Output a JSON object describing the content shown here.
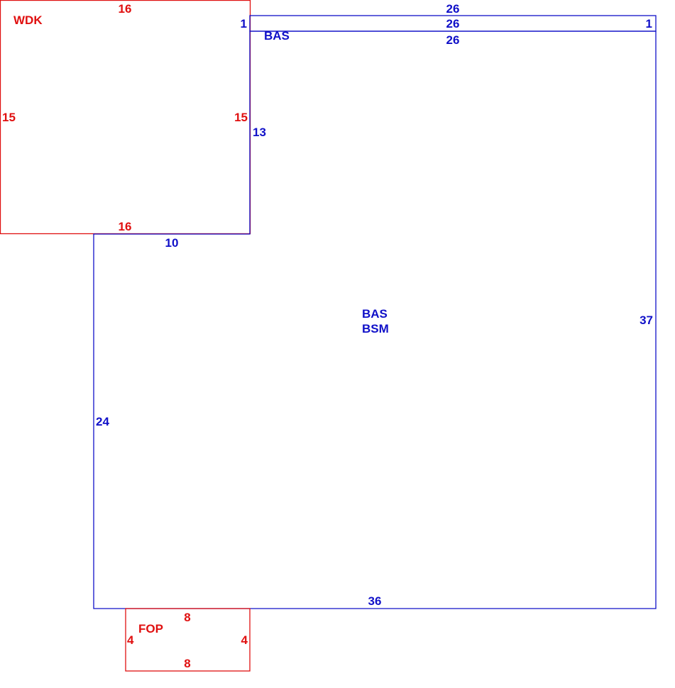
{
  "colors": {
    "wdk": "#e01010",
    "fop": "#e01010",
    "bas": "#1010c8"
  },
  "wdk": {
    "label": "WDK",
    "top": "16",
    "bottom": "16",
    "left": "15",
    "right": "15"
  },
  "bas_strip": {
    "label": "BAS",
    "top": "26",
    "bottom": "26",
    "left": "1",
    "right": "1",
    "below": "26"
  },
  "main_area": {
    "labels": [
      "BAS",
      "BSM"
    ],
    "top_left_side": "13",
    "notch": "10",
    "left": "24",
    "right": "37",
    "bottom": "36"
  },
  "fop": {
    "label": "FOP",
    "top": "8",
    "bottom": "8",
    "left": "4",
    "right": "4"
  }
}
